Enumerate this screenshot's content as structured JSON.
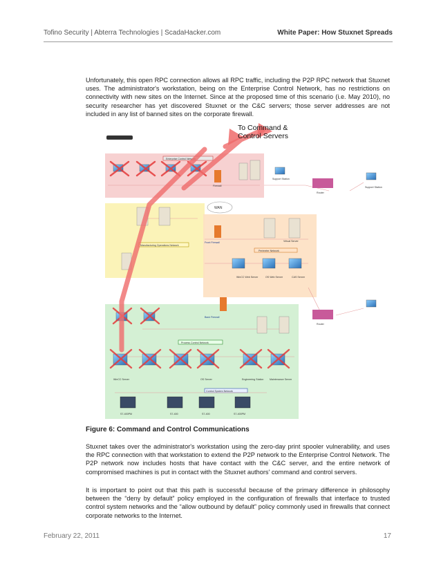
{
  "header": {
    "left": "Tofino Security | Abterra Technologies | ScadaHacker.com",
    "right": "White Paper: How Stuxnet Spreads"
  },
  "paragraphs": {
    "p1": "Unfortunately, this open RPC connection allows all RPC traffic, including the P2P RPC network that Stuxnet uses. The administrator's workstation, being on the Enterprise Control Network, has no restrictions on connectivity with new sites on the Internet. Since at the proposed time of this scenario (i.e. May 2010), no security researcher has yet discovered Stuxnet or the C&C servers; those server addresses are not included in any list of banned sites on the corporate firewall.",
    "p2": "Stuxnet takes over the administrator's workstation using the zero-day print spooler vulnerability, and uses the RPC connection with that workstation to extend the P2P network to the Enterprise Control Network. The P2P network now includes hosts that have contact with the C&C server, and the entire network of compromised machines is put in contact with the Stuxnet authors' command and control servers.",
    "p3": "It is important to point out that this path is successful because of the primary difference in philosophy between the “deny by default” policy employed in the configuration of firewalls that interface to trusted control system networks and the “allow outbound by default” policy commonly used in firewalls that connect corporate networks to the Internet."
  },
  "figure": {
    "caption": "Figure 6: Command and Control Communications",
    "dest_line1": "To Command &",
    "dest_line2": "Control Servers",
    "labels": {
      "enterprise": "Enterprise Control Network",
      "wan": "WAN",
      "manufacturing": "Manufacturing Operations Network",
      "perimeter": "Perimeter Network",
      "process": "Process Control Network",
      "control_system": "Control System Network",
      "front_firewall": "Front Firewall",
      "back_firewall": "Back Firewall",
      "firewall": "Firewall",
      "support_station_1": "Support Station",
      "support_station_2": "Support Station",
      "router_1": "Router",
      "router_2": "Router",
      "plc_1": "S7-400PM",
      "plc_2": "S7-400",
      "plc_3": "S7-400",
      "plc_4": "S7-400PM",
      "wincc_web_server": "WinCC Web Server",
      "cas_server": "CAS Server",
      "os_web_server": "OS Web Server",
      "virtual_server": "Virtual Server",
      "engineering_station": "Engineering Station",
      "maintenance_server": "Maintenance Server",
      "os_server": "OS Server",
      "wincc_server": "WinCC Server"
    }
  },
  "footer": {
    "date": "February 22, 2011",
    "page": "17"
  }
}
